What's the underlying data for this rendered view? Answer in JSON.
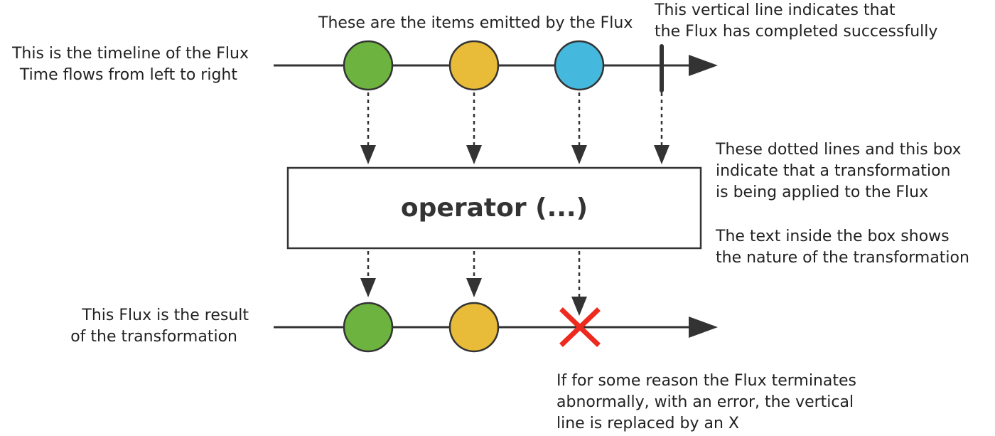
{
  "annotations": {
    "source_timeline": [
      "This is the timeline of the Flux",
      "Time flows from left to right"
    ],
    "emitted_items": [
      "These are the items emitted by the Flux"
    ],
    "completion": [
      "This vertical line indicates that",
      "the Flux has completed successfully"
    ],
    "transformation": [
      "These dotted lines and this box",
      "indicate that a transformation",
      "is being applied to the Flux"
    ],
    "operator_text": [
      "The text inside the box shows",
      "the nature of the transformation"
    ],
    "result_timeline": [
      "This Flux is the result",
      "of the transformation"
    ],
    "error": [
      "If for some reason the Flux terminates",
      "abnormally, with an error, the vertical",
      "line is replaced by an X"
    ]
  },
  "operator_box": {
    "label": "operator (...)"
  },
  "colors": {
    "line": "#333333",
    "marble_green": "#6DB33F",
    "marble_yellow": "#E8BB38",
    "marble_blue": "#45B8DE",
    "error_x": "#EE2A1E",
    "box_border": "#333333"
  },
  "source_marbles": [
    "marble_green",
    "marble_yellow",
    "marble_blue"
  ],
  "result_marbles": [
    "marble_green",
    "marble_yellow"
  ]
}
